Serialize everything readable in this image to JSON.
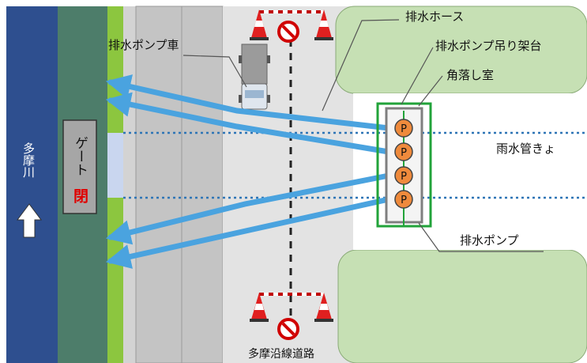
{
  "labels": {
    "river": "多摩川",
    "gate": "ゲート",
    "gate_status": "閉",
    "pump_truck": "排水ポンプ車",
    "hose": "排水ホース",
    "rack": "排水ポンプ吊り架台",
    "manhole": "角落し室",
    "rain_pipe": "雨水管きょ",
    "pump": "排水ポンプ",
    "road": "多摩沿線道路",
    "pump_marker": "P"
  },
  "colors": {
    "river": "#2e4f8f",
    "embankment": "#4d7d6a",
    "grass_strip": "#8cc63f",
    "road": "#c9c9c9",
    "road_light": "#e2e2e2",
    "block": "#c6e0b4",
    "hose": "#4aa3df",
    "rack_border": "#22a33a",
    "pump": "#ef8a3c",
    "pipe_line": "#2e75b6",
    "gate_fill": "#a6a6a6",
    "gate_text_red": "#e00000"
  },
  "icons": [
    "north-arrow-icon",
    "traffic-cone-icon",
    "no-entry-sign-icon",
    "pump-truck-icon"
  ]
}
